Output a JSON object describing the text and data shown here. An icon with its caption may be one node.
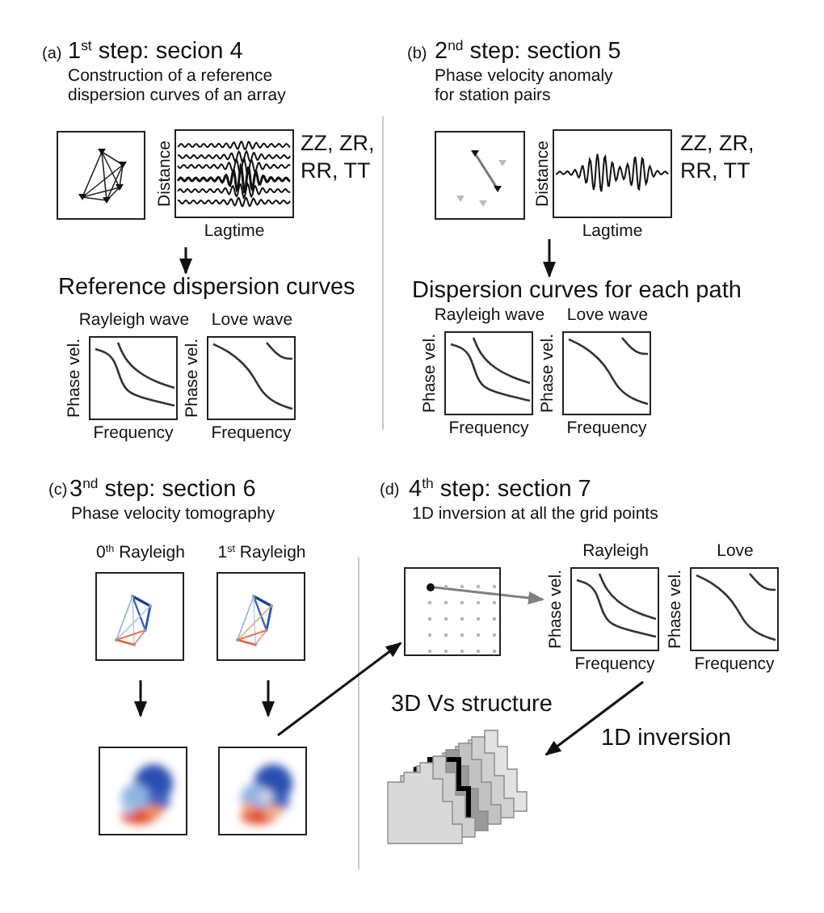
{
  "diagram": {
    "nodes": [
      {
        "text": [],
        "shape": "box"
      },
      {
        "text": [
          "Distance",
          "Lagtime"
        ],
        "beside": [
          "ZZ, ZR, RR, TT"
        ]
      },
      {
        "text": [
          "Reference dispersion curves"
        ]
      },
      {
        "text": [
          "Rayleigh wave",
          "Phase vel.",
          "Frequency"
        ]
      },
      {
        "text": [
          "Love wave",
          "Phase vel.",
          "Frequency"
        ]
      },
      {
        "text": [],
        "shape": "box"
      },
      {
        "text": [
          "Distance",
          "Lagtime"
        ],
        "beside": [
          "ZZ, ZR, RR, TT"
        ]
      },
      {
        "text": [
          "Dispersion curves for each path"
        ]
      },
      {
        "text": [
          "Rayleigh wave",
          "Phase vel.",
          "Frequency"
        ]
      },
      {
        "text": [
          "Love wave",
          "Phase vel.",
          "Frequency"
        ]
      },
      {
        "text": [
          "0$^{th}$ Rayleigh"
        ]
      },
      {
        "text": [
          "1$^{st}$ Rayleigh"
        ]
      },
      {
        "text": [],
        "shape": "picture"
      },
      {
        "text": [],
        "shape": "picture"
      },
      {
        "text": [],
        "shape": "box"
      },
      {
        "text": [],
        "shape": "circle",
        "in": 14
      },
      {
        "text": [
          "Rayleigh",
          "Phase vel.",
          "Frequency"
        ]
      },
      {
        "text": [
          "Love",
          "Phase vel.",
          "Frequency"
        ]
      },
      {
        "text": [
          "3D Vs structure"
        ]
      }
    ],
    "edges": [
      {
        "from": 1,
        "to": 2,
        "arrow": "to"
      },
      {
        "from": 6,
        "to": 7,
        "arrow": "to"
      },
      {
        "from": 10,
        "to": 12,
        "arrow": "to"
      },
      {
        "from": 11,
        "to": 13,
        "arrow": "to"
      },
      {
        "from": 13,
        "to": 14,
        "arrow": "to"
      },
      {
        "from": 15,
        "to": 16,
        "arrow": "to",
        "color": "#808080"
      },
      {
        "from": 16,
        "to": 18,
        "arrow": "to",
        "label": "1D inversion"
      }
    ],
    "labels": [
      "(a)",
      "1$^{st}$ step: secion 4",
      "Construction of a reference dispersion curves of an array",
      "(b)",
      "2$^{nd}$ step: section 5",
      "Phase velocity anomaly for station pairs",
      "(c)",
      "3$^{nd}$ step: section 6",
      "Phase velocity tomography",
      "(d)",
      "4$^{th}$ step: section 7",
      "1D inversion at all the grid points"
    ]
  }
}
